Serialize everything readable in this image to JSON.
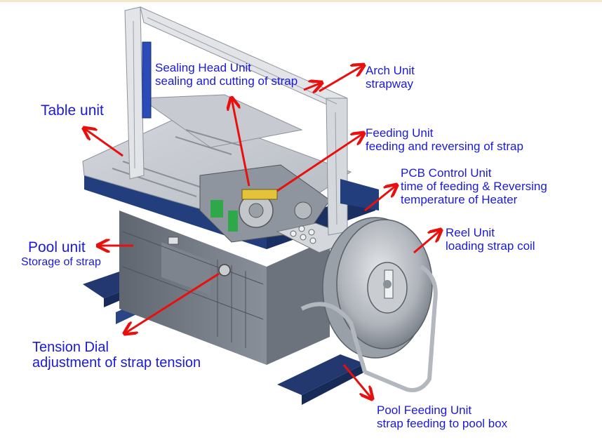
{
  "colors": {
    "label_text": "#1a1ad6",
    "arrow": "#e8100e",
    "frame_light": "#d8dbe0",
    "machine_navy": "#233e7d",
    "frame_gray": "#9aa1ab"
  },
  "labels": {
    "sealing_head": {
      "title": "Sealing Head Unit",
      "desc": "sealing and cutting of strap"
    },
    "arch": {
      "title": "Arch Unit",
      "desc": "strapway"
    },
    "table": {
      "title": "Table unit"
    },
    "feeding": {
      "title": "Feeding Unit",
      "desc": "feeding and reversing of strap"
    },
    "pcb": {
      "title": "PCB Control Unit",
      "line2": "time of feeding & Reversing",
      "line3": "temperature of Heater"
    },
    "reel": {
      "title": "Reel Unit",
      "desc": "loading strap coil"
    },
    "pool": {
      "title": "Pool unit",
      "desc": "Storage of strap"
    },
    "tension": {
      "title": "Tension Dial",
      "desc": "adjustment of strap tension"
    },
    "pool_feeding": {
      "title": "Pool Feeding Unit",
      "desc": "strap feeding to pool box"
    }
  }
}
